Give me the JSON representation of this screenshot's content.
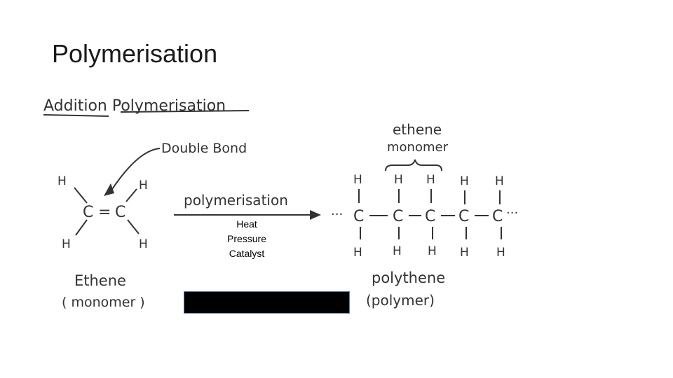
{
  "slide": {
    "title": "Polymerisation"
  },
  "diagram": {
    "heading": "Addition Polymerisation",
    "double_bond_label": "Double Bond",
    "ethene_molecule": {
      "atoms": [
        "H",
        "H",
        "C",
        "=",
        "C",
        "H",
        "H"
      ]
    },
    "ethene_label": "Ethene",
    "ethene_sublabel": "( monomer )",
    "arrow_label": "polymerisation",
    "conditions": [
      "Heat",
      "Pressure",
      "Catalyst"
    ],
    "monomer_brace_label_1": "ethene",
    "monomer_brace_label_2": "monomer",
    "polymer_chain": {
      "top_h": [
        "H",
        "H",
        "H",
        "H",
        "H"
      ],
      "carbons": [
        "C",
        "C",
        "C",
        "C",
        "C"
      ],
      "bottom_h": [
        "H",
        "H",
        "H",
        "H",
        "H"
      ],
      "ellipsis": "···"
    },
    "polythene_label": "polythene",
    "polymer_sublabel": "(polymer)"
  },
  "colors": {
    "ink": "#333333",
    "redaction": "#000000",
    "redaction_border": "#5b7aa6"
  }
}
